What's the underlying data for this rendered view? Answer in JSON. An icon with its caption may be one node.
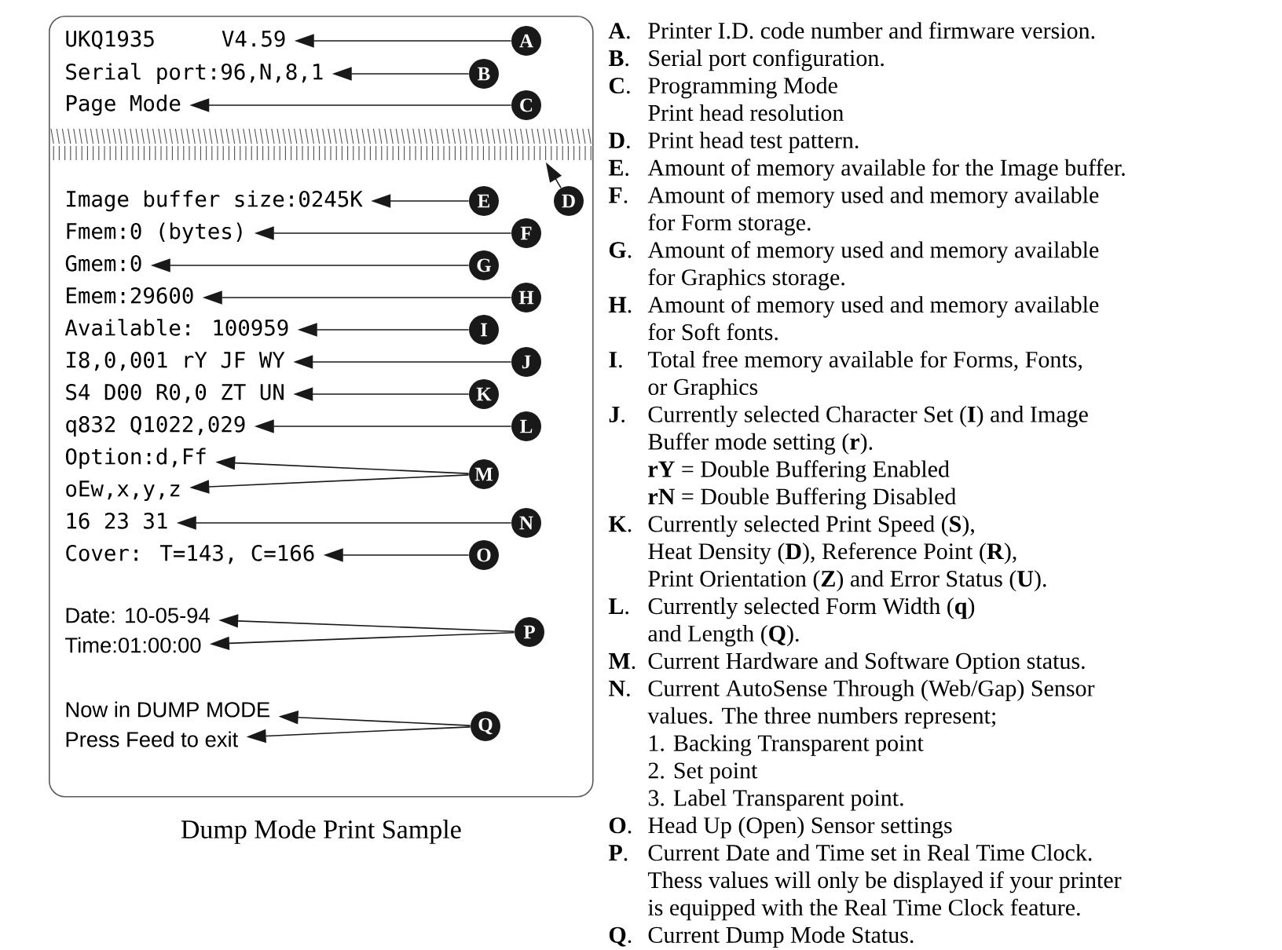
{
  "diagram": {
    "caption": "Dump Mode Print Sample",
    "nodes": [
      {
        "text": [],
        "shape": "box"
      },
      {
        "text": [
          "UKQ1935",
          "V4.59"
        ],
        "in": 0
      },
      {
        "text": [
          "A"
        ],
        "in": 0
      },
      {
        "text": [
          "Serial port:96,N,8,1"
        ],
        "in": 0
      },
      {
        "text": [
          "B"
        ],
        "in": 0
      },
      {
        "text": [
          "Page Mode"
        ],
        "in": 0
      },
      {
        "text": [
          "C"
        ],
        "in": 0
      },
      {
        "text": [],
        "shape": "bar",
        "in": 0
      },
      {
        "text": [
          "D"
        ],
        "in": 0
      },
      {
        "text": [
          "Image buffer size:0245K"
        ],
        "in": 0
      },
      {
        "text": [
          "E"
        ],
        "in": 0
      },
      {
        "text": [
          "Fmem:0 (bytes)"
        ],
        "in": 0
      },
      {
        "text": [
          "F"
        ],
        "in": 0
      },
      {
        "text": [
          "Gmem:0"
        ],
        "in": 0
      },
      {
        "text": [
          "G"
        ],
        "in": 0
      },
      {
        "text": [
          "Emem:29600"
        ],
        "in": 0
      },
      {
        "text": [
          "H"
        ],
        "in": 0
      },
      {
        "text": [
          "Available: 100959"
        ],
        "in": 0
      },
      {
        "text": [
          "I"
        ],
        "in": 0
      },
      {
        "text": [
          "I8,0,001 rY JF WY"
        ],
        "in": 0
      },
      {
        "text": [
          "J"
        ],
        "in": 0
      },
      {
        "text": [
          "S4 D00 R0,0 ZT UN"
        ],
        "in": 0
      },
      {
        "text": [
          "K"
        ],
        "in": 0
      },
      {
        "text": [
          "q832 Q1022,029"
        ],
        "in": 0
      },
      {
        "text": [
          "L"
        ],
        "in": 0
      },
      {
        "text": [
          "Option:d,Ff"
        ],
        "in": 0
      },
      {
        "text": [
          "M"
        ],
        "in": 0
      },
      {
        "text": [
          "oEw,x,y,z"
        ],
        "in": 0
      },
      {
        "text": [
          "16 23 31"
        ],
        "in": 0
      },
      {
        "text": [
          "N"
        ],
        "in": 0
      },
      {
        "text": [
          "Cover: T=143, C=166"
        ],
        "in": 0
      },
      {
        "text": [
          "O"
        ],
        "in": 0
      },
      {
        "text": [
          "Date: 10-05-94"
        ],
        "in": 0
      },
      {
        "text": [
          "P"
        ],
        "in": 0
      },
      {
        "text": [
          "Time:01:00:00"
        ],
        "in": 0
      },
      {
        "text": [
          "Now in DUMP MODE"
        ],
        "in": 0
      },
      {
        "text": [
          "Q"
        ],
        "in": 0
      },
      {
        "text": [
          "Press Feed to exit"
        ],
        "in": 0
      }
    ],
    "edges": [
      {
        "from": 2,
        "to": 1,
        "arrow": "to"
      },
      {
        "from": 4,
        "to": 3,
        "arrow": "to"
      },
      {
        "from": 6,
        "to": 5,
        "arrow": "to"
      },
      {
        "from": 8,
        "to": 7,
        "arrow": "to"
      },
      {
        "from": 10,
        "to": 9,
        "arrow": "to"
      },
      {
        "from": 12,
        "to": 11,
        "arrow": "to"
      },
      {
        "from": 14,
        "to": 13,
        "arrow": "to"
      },
      {
        "from": 16,
        "to": 15,
        "arrow": "to"
      },
      {
        "from": 18,
        "to": 17,
        "arrow": "to"
      },
      {
        "from": 20,
        "to": 19,
        "arrow": "to"
      },
      {
        "from": 22,
        "to": 21,
        "arrow": "to"
      },
      {
        "from": 24,
        "to": 23,
        "arrow": "to"
      },
      {
        "from": 26,
        "to": 25,
        "arrow": "to"
      },
      {
        "from": 26,
        "to": 27,
        "arrow": "to"
      },
      {
        "from": 29,
        "to": 28,
        "arrow": "to"
      },
      {
        "from": 31,
        "to": 30,
        "arrow": "to"
      },
      {
        "from": 33,
        "to": 32,
        "arrow": "to"
      },
      {
        "from": 33,
        "to": 34,
        "arrow": "to"
      },
      {
        "from": 36,
        "to": 35,
        "arrow": "to"
      },
      {
        "from": 36,
        "to": 37,
        "arrow": "to"
      }
    ],
    "labels": [
      "**A**.",
      "Printer I.D. code number and firmware version.",
      "**B**.",
      "Serial port configuration.",
      "**C**.",
      "Programming Mode",
      "Print head resolution",
      "**D**.",
      "Print head test pattern.",
      "**E**.",
      "Amount of memory available for the Image buffer.",
      "**F**.",
      "Amount of memory used and memory available for Form storage.",
      "**G**.",
      "Amount of memory used and memory available for Graphics storage.",
      "**H**.",
      "Amount of memory used and memory available for Soft fonts.",
      "**I**.",
      "Total free memory available for Forms, Fonts, or Graphics",
      "**J**.",
      "Currently selected Character Set (**I**) and Image Buffer mode setting (**r**).",
      "**rY** = Double Buffering Enabled",
      "**rN** = Double Buffering Disabled",
      "**K**.",
      "Currently selected Print Speed (**S**), Heat Density (**D**), Reference Point (**R**), Print Orientation (**Z**) and Error Status (**U**).",
      "**L**.",
      "Currently selected Form Width (**q**) and Length (**Q**).",
      "**M**.",
      "Current Hardware and Software Option status.",
      "**N**.",
      "Current AutoSense Through (Web/Gap) Sensor values. The three numbers represent;",
      "1. Backing Transparent point",
      "2. Set point",
      "3. Label Transparent point.",
      "**O**.",
      "Head Up (Open) Sensor settings",
      "**P**.",
      "Current Date and Time set in Real Time Clock. Thess values will only be displayed if your printer is equipped with the Real Time Clock feature.",
      "**Q**.",
      "Current Dump Mode Status."
    ]
  }
}
